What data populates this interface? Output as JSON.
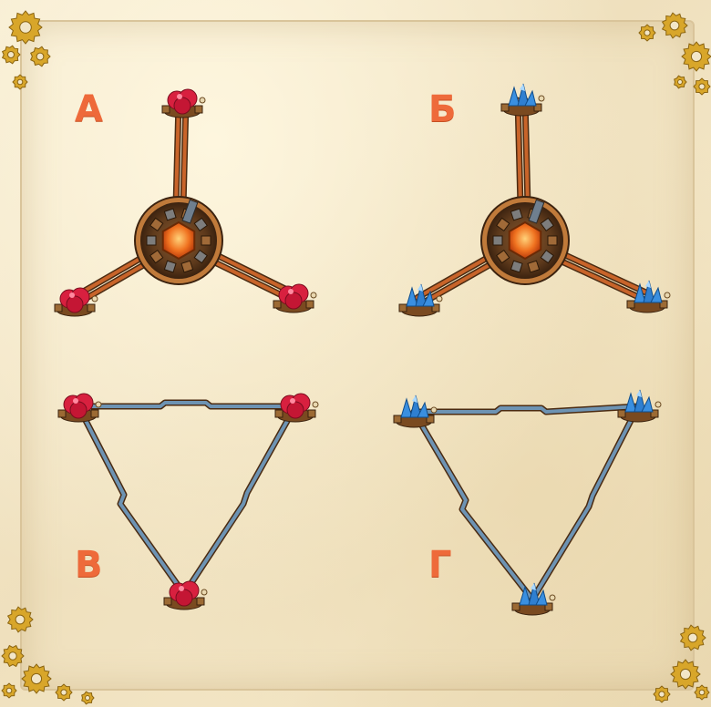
{
  "panels": [
    {
      "id": "A",
      "label": "А",
      "layout": "star",
      "crystal": "red"
    },
    {
      "id": "B",
      "label": "Б",
      "layout": "star",
      "crystal": "blue"
    },
    {
      "id": "V",
      "label": "В",
      "layout": "triangle",
      "crystal": "red"
    },
    {
      "id": "G",
      "label": "Г",
      "layout": "triangle",
      "crystal": "blue"
    }
  ],
  "colors": {
    "label": "#ee6a3a",
    "copper_pipe": "#c8642a",
    "steel_pipe": "#6d93b3",
    "red_crystal": "#d8203f",
    "blue_crystal": "#3a8fe0",
    "gear": "#d8a62a",
    "hub_core": "#ea5a1a"
  },
  "icons": {
    "hub": "steampunk-hub-icon",
    "red_crystal": "red-crystal-icon",
    "blue_crystal": "blue-crystal-icon",
    "gear": "gear-icon"
  }
}
